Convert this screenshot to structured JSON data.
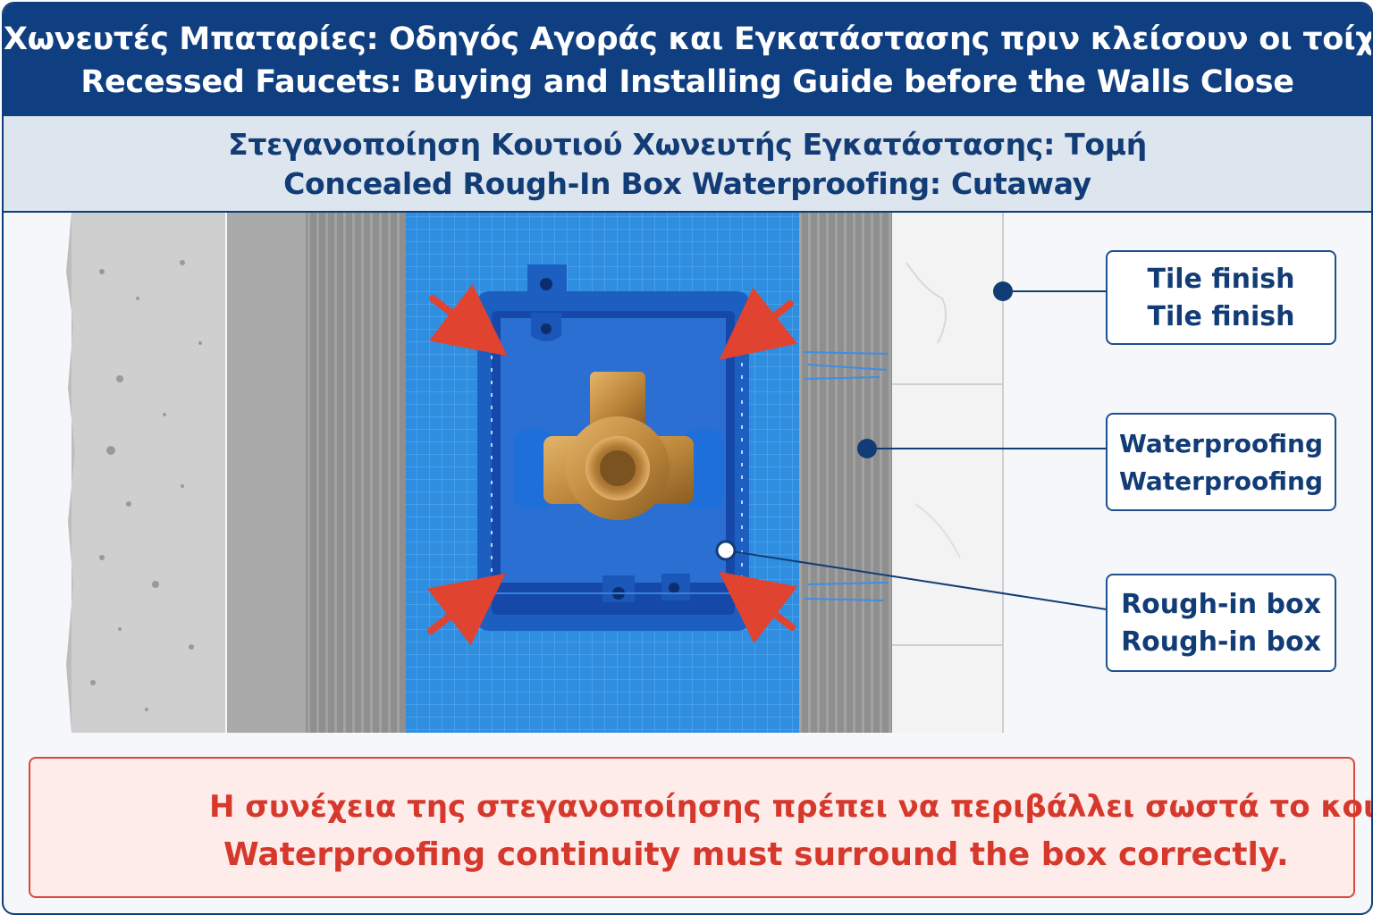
{
  "header": {
    "title_greek": "Χωνευτές Μπαταρίες: Οδηγός Αγοράς και Εγκατάστασης πριν κλείσουν οι τοίχοι",
    "title_english": "Recessed Faucets: Buying and Installing Guide before the Walls Close"
  },
  "subheader": {
    "title_greek": "Στεγανοποίηση Κουτιού Χωνευτής Εγκατάστασης: Τομή",
    "title_english": "Concealed Rough-In Box Waterproofing: Cutaway"
  },
  "callouts": [
    {
      "line1": "Tile finish",
      "line2": "Tile finish"
    },
    {
      "line1": "Waterproofing",
      "line2": "Waterproofing"
    },
    {
      "line1": "Rough-in box",
      "line2": "Rough-in box"
    }
  ],
  "warning": {
    "text_greek": "Η συνέχεια της στεγανοποίησης πρέπει να περιβάλλει σωστά το κουτί.",
    "text_english": "Waterproofing continuity must surround the box correctly.",
    "icon": "warning-triangle-icon"
  },
  "colors": {
    "header_bg": "#0f3f80",
    "subheader_bg": "#dde5ef",
    "waterproofing_blue": "#2f8ee0",
    "box_blue": "#1f66c8",
    "valve_brass": "#c08a3e",
    "arrow_red": "#e0432f",
    "warning_red": "#d6382c"
  }
}
